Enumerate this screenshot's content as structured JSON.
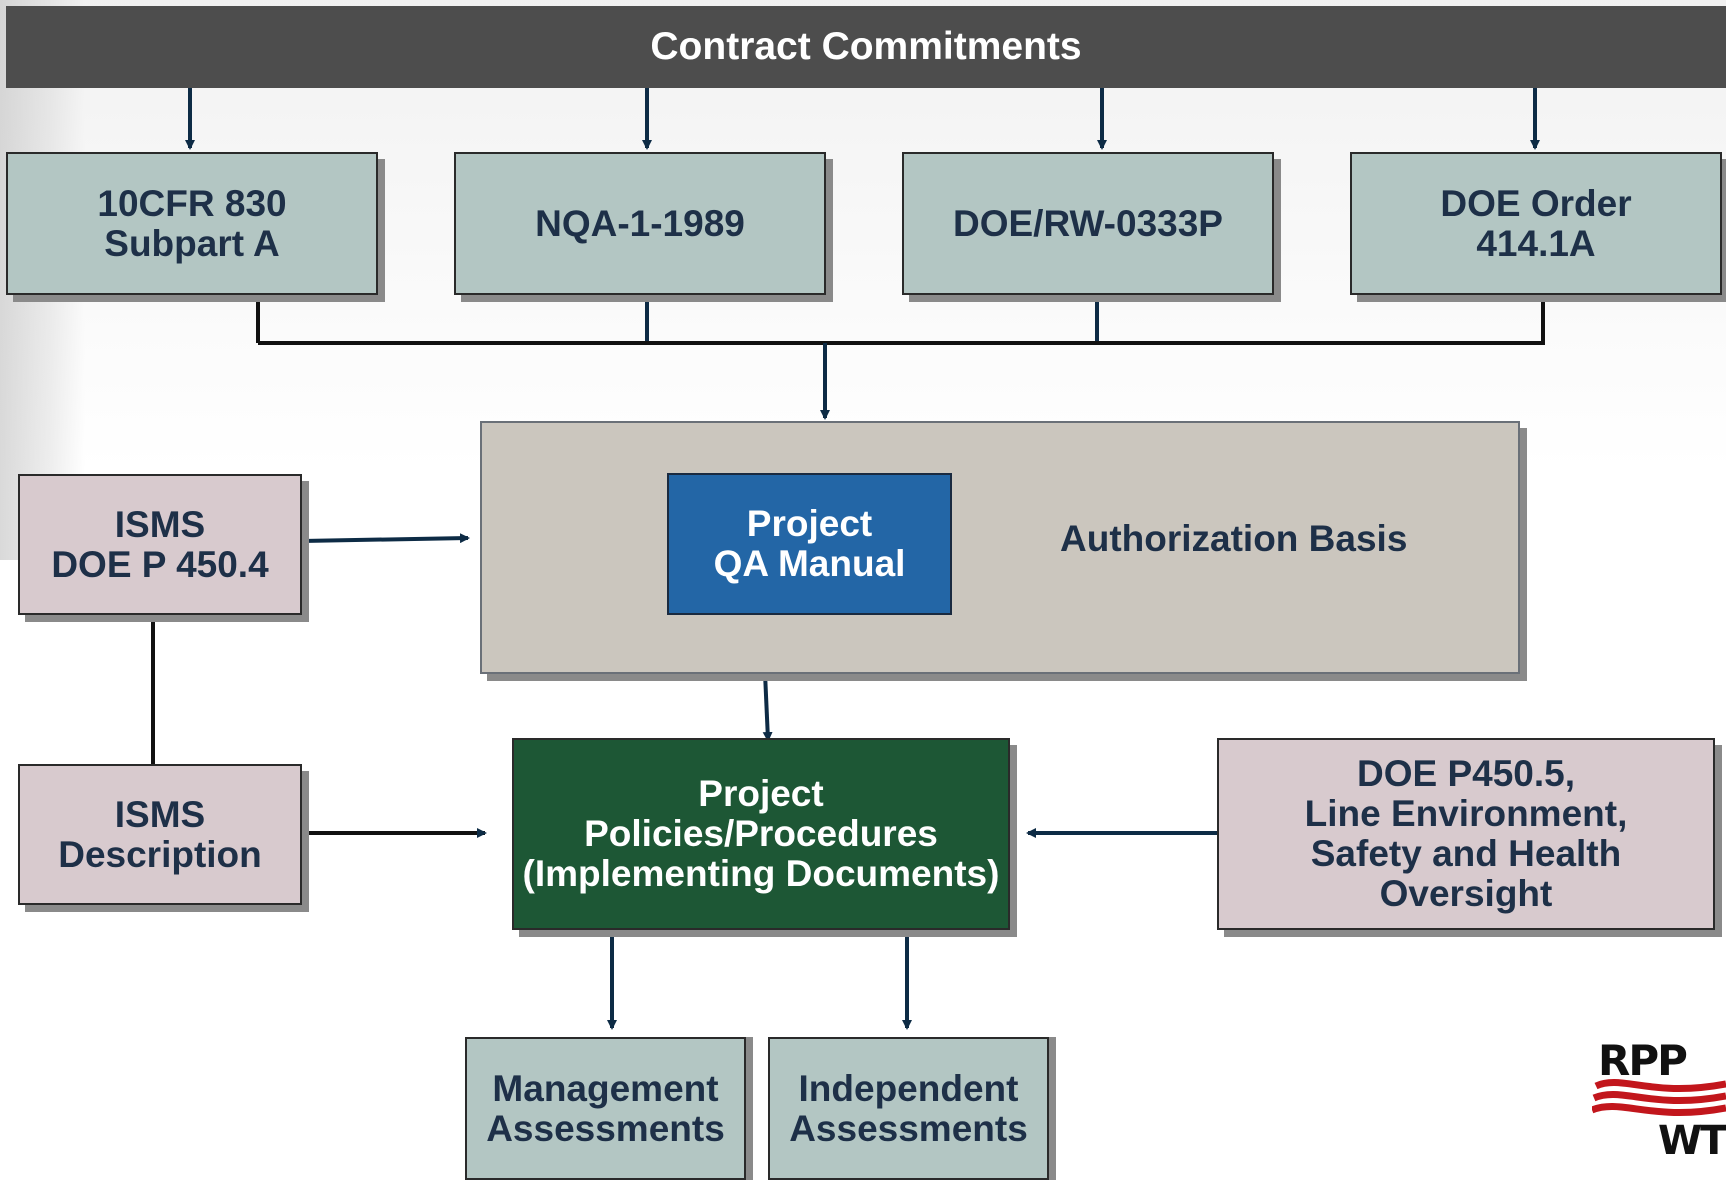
{
  "header": {
    "title": "Contract Commitments"
  },
  "requirements": [
    {
      "label": "10CFR 830\nSubpart A"
    },
    {
      "label": "NQA-1-1989"
    },
    {
      "label": "DOE/RW-0333P"
    },
    {
      "label": "DOE Order\n414.1A"
    }
  ],
  "isms_policy": {
    "label": "ISMS\nDOE P 450.4"
  },
  "isms_description": {
    "label": "ISMS\nDescription"
  },
  "authorization_basis": {
    "label": "Authorization Basis"
  },
  "qa_manual": {
    "label": "Project\nQA Manual"
  },
  "policies_procedures": {
    "label": "Project\nPolicies/Procedures\n(Implementing Documents)"
  },
  "oversight": {
    "label": "DOE P450.5,\nLine Environment,\nSafety and Health\nOversight"
  },
  "management_assessments": {
    "label": "Management\nAssessments"
  },
  "independent_assessments": {
    "label": "Independent\nAssessments"
  },
  "logo": {
    "top_text": "RPP",
    "bottom_text": "WTP"
  },
  "colors": {
    "header": "#4d4d4d",
    "requirement_box": "#b3c6c3",
    "isms_box": "#d8cace",
    "authorization_box": "#cbc6be",
    "qa_manual_box": "#2366a6",
    "procedures_box": "#1d5735",
    "connector": "#0d2b45"
  }
}
